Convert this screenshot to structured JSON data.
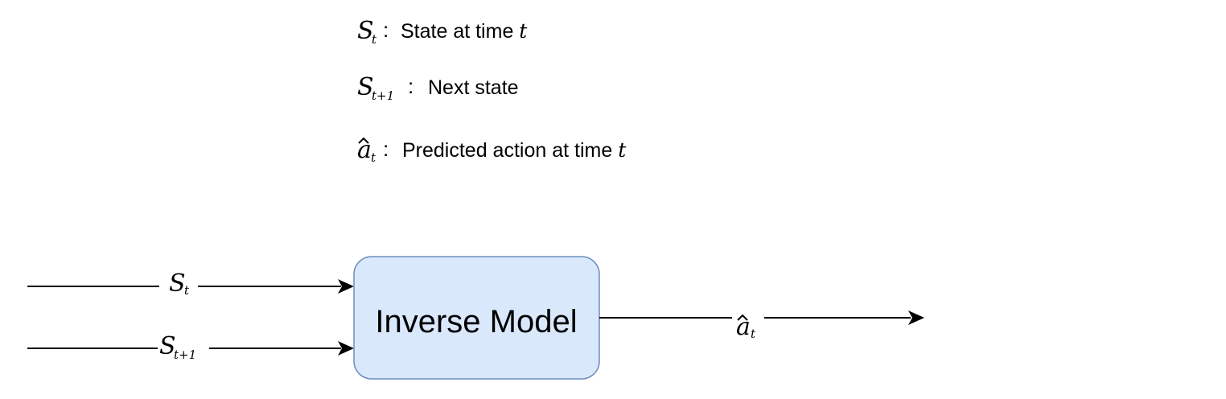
{
  "legend": {
    "items": [
      {
        "symbol": "S",
        "subscript": "t",
        "hat": false,
        "desc_prefix": "State at time ",
        "desc_var": "t"
      },
      {
        "symbol": "S",
        "subscript": "t+1",
        "hat": false,
        "desc_prefix": "Next state",
        "desc_var": ""
      },
      {
        "symbol": "a",
        "subscript": "t",
        "hat": true,
        "desc_prefix": "Predicted action at time ",
        "desc_var": "t"
      }
    ],
    "separator": ":"
  },
  "model": {
    "label": "Inverse Model",
    "fill_color": "#dae8fc",
    "stroke_color": "#6c8ebf"
  },
  "inputs": [
    {
      "symbol": "S",
      "subscript": "t",
      "hat": false
    },
    {
      "symbol": "S",
      "subscript": "t+1",
      "hat": false
    }
  ],
  "output": {
    "symbol": "a",
    "subscript": "t",
    "hat": true
  }
}
